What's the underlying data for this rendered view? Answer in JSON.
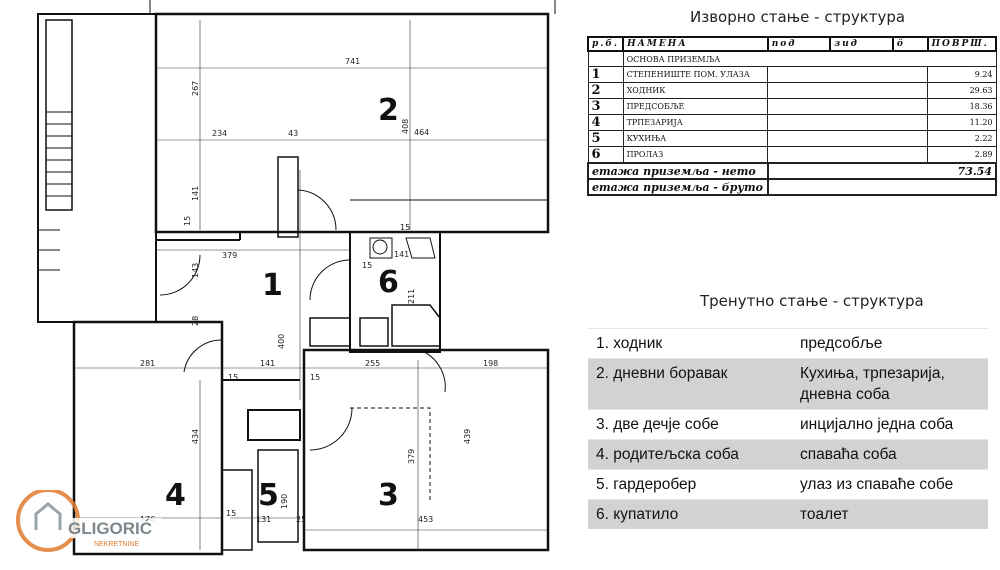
{
  "original": {
    "title": "Изворно стање - структура",
    "headers": [
      "р.б.",
      "НАМЕНА",
      "под",
      "зид",
      "ö",
      "ПОВРШ."
    ],
    "section": "ОСНОВА ПРИЗЕМЉА",
    "rows": [
      {
        "num": "1",
        "name": "СТЕПЕНИШТЕ ПОМ. УЛАЗА",
        "area": "9.24"
      },
      {
        "num": "2",
        "name": "ХОДНИК",
        "area": "29.63"
      },
      {
        "num": "3",
        "name": "ПРЕДСОБЉЕ",
        "area": "18.36"
      },
      {
        "num": "4",
        "name": "ТРПЕЗАРИЈА",
        "area": "11.20"
      },
      {
        "num": "5",
        "name": "КУХИЊА",
        "area": "2.22"
      },
      {
        "num": "6",
        "name": "ПРОЛАЗ",
        "area": "2.89"
      }
    ],
    "net_label": "етажа приземља - нето",
    "net_value": "73.54",
    "gross_label": "етажа приземља - бруто",
    "gross_value": ""
  },
  "current": {
    "title": "Тренутно стање - структура",
    "rows": [
      {
        "left": "1. ходник",
        "right": "предсобље"
      },
      {
        "left": "2. дневни боравак",
        "right": "Кухиња, трпезарија, дневна соба"
      },
      {
        "left": "3. две дечје собе",
        "right": "инцијално једна соба"
      },
      {
        "left": "4. родитељска соба",
        "right": "спаваћа соба"
      },
      {
        "left": "5. гардеробер",
        "right": "улаз из спаваће собе"
      },
      {
        "left": "6. купатило",
        "right": "тоалет"
      }
    ]
  },
  "plan": {
    "rooms": [
      "1",
      "2",
      "3",
      "4",
      "5",
      "6"
    ],
    "dimensions": [
      "741",
      "267",
      "408",
      "464",
      "234",
      "43",
      "141",
      "379",
      "143",
      "15",
      "28",
      "400",
      "281",
      "141",
      "15",
      "15",
      "255",
      "198",
      "434",
      "379",
      "439",
      "15",
      "211",
      "141",
      "15",
      "176",
      "15",
      "131",
      "190",
      "25",
      "453"
    ]
  },
  "logo": {
    "brand": "GLIGORIĆ",
    "tagline": "NEKRETNINE",
    "accent": "#e07a2c"
  }
}
